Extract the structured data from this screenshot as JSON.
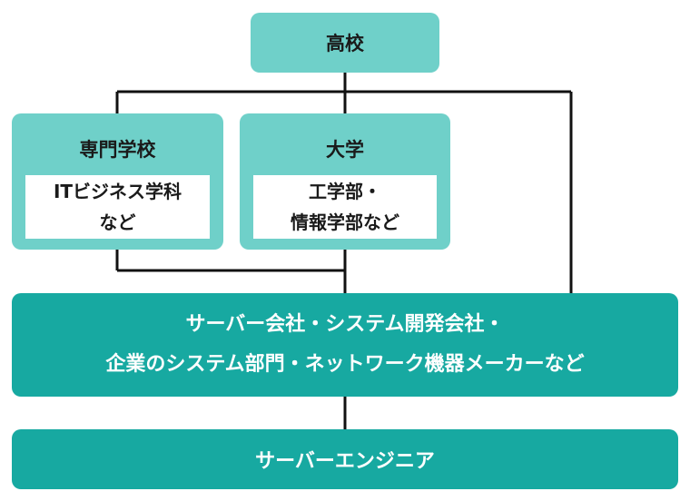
{
  "nodes": {
    "high_school": {
      "title": "高校"
    },
    "vocational_school": {
      "title": "専門学校",
      "detail": "ITビジネス学科\nなど"
    },
    "university": {
      "title": "大学",
      "detail": "工学部・\n情報学部など"
    },
    "employers": {
      "text": "サーバー会社・システム開発会社・\n企業のシステム部門・ネットワーク機器メーカーなど"
    },
    "server_engineer": {
      "title": "サーバーエンジニア"
    }
  },
  "colors": {
    "light_node": "#6fd0c9",
    "dark_node": "#17a9a1",
    "connector": "#111111"
  }
}
